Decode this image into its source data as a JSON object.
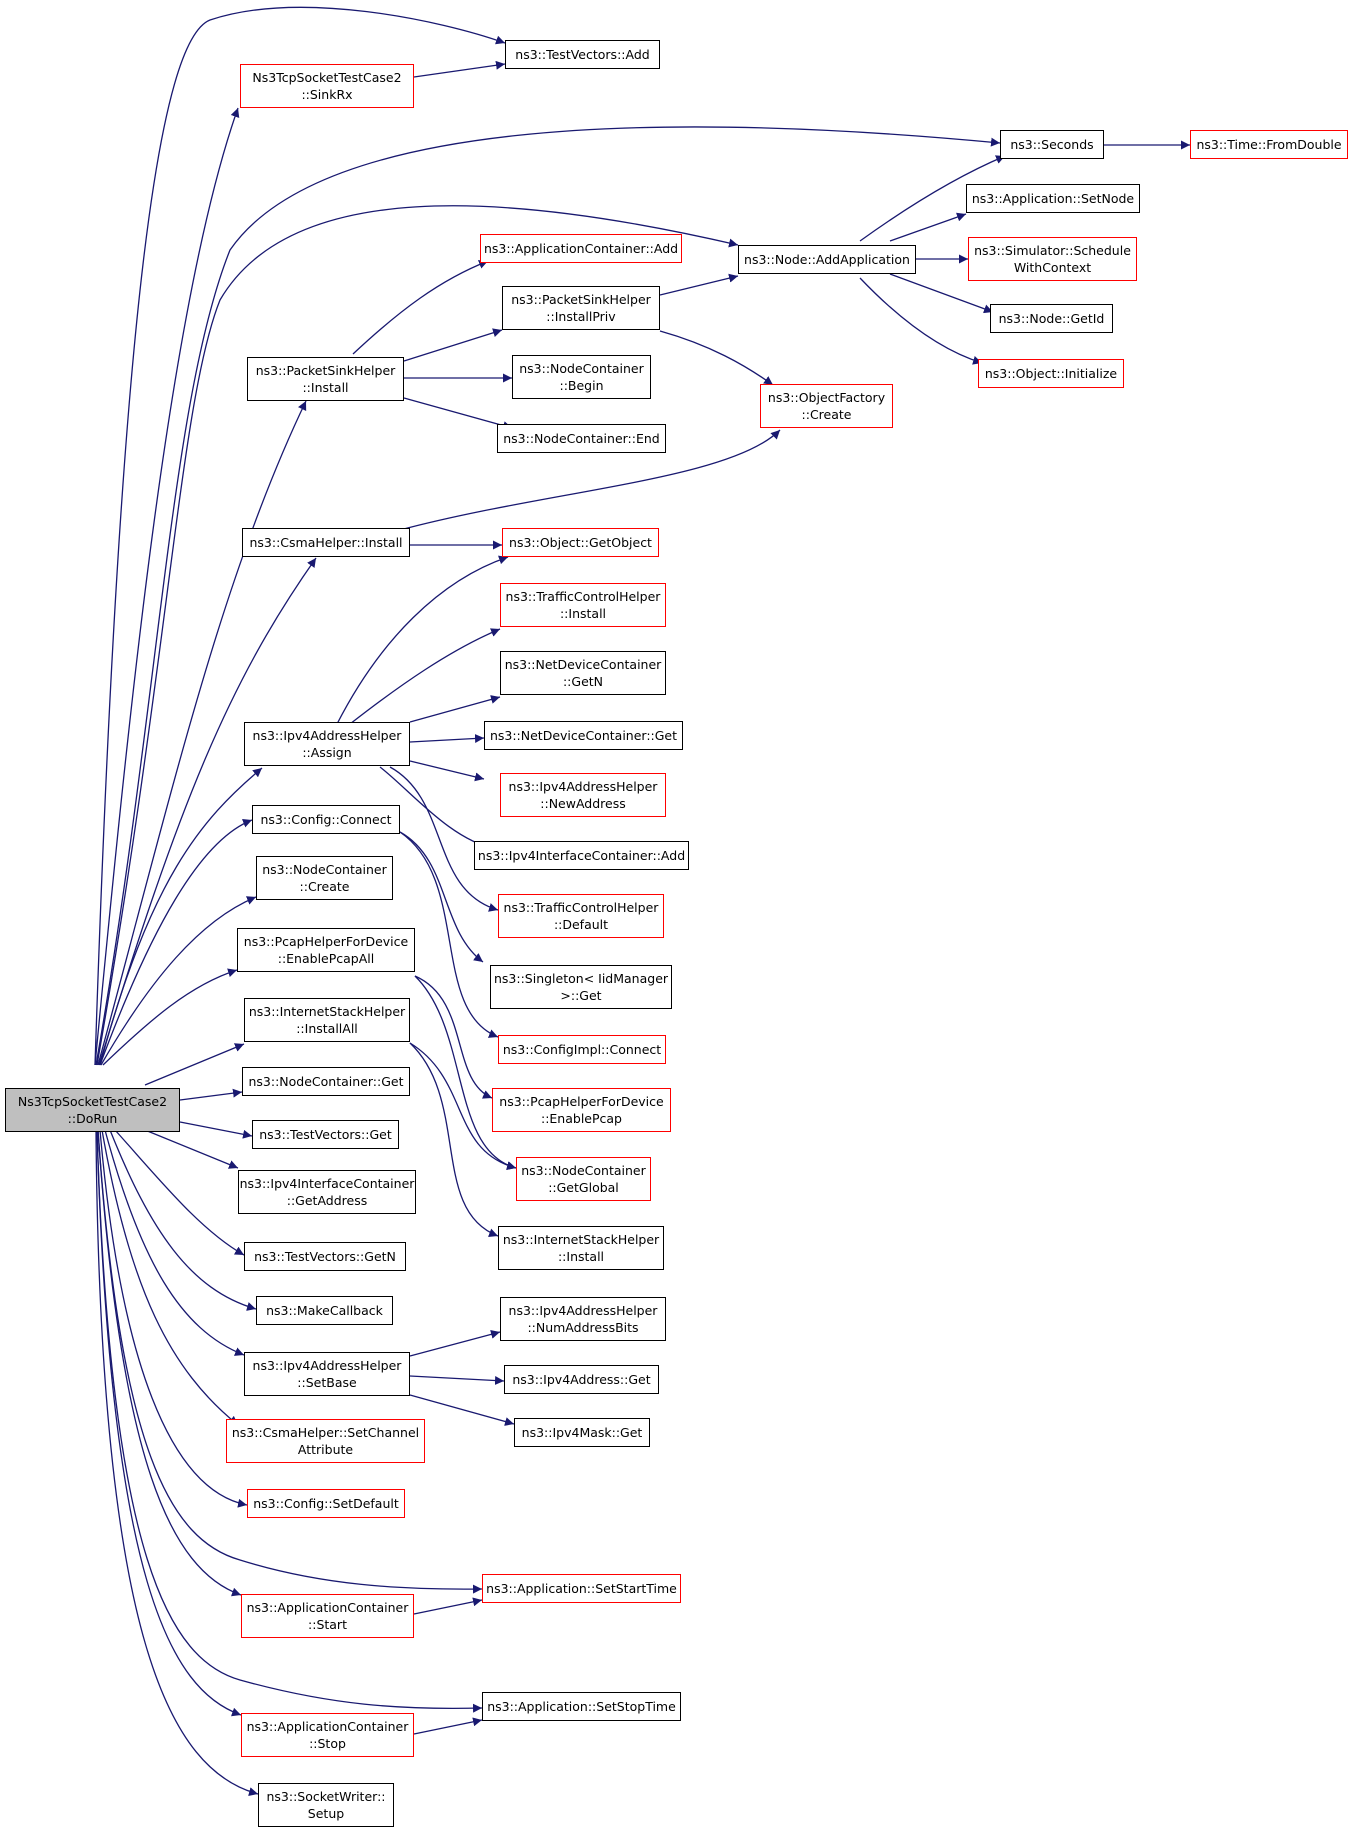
{
  "colors": {
    "edge": "#191970",
    "box_border": "#000000",
    "truncated_border": "#ff0000",
    "root_fill": "#bfbfbf"
  },
  "nodes": {
    "root": {
      "l1": "Ns3TcpSocketTestCase2",
      "l2": "::DoRun"
    },
    "sinkrx": {
      "l1": "Ns3TcpSocketTestCase2",
      "l2": "::SinkRx"
    },
    "tv_add": {
      "l1": "ns3::TestVectors::Add"
    },
    "seconds": {
      "l1": "ns3::Seconds"
    },
    "fromdouble": {
      "l1": "ns3::Time::FromDouble"
    },
    "setnode": {
      "l1": "ns3::Application::SetNode"
    },
    "schedule": {
      "l1": "ns3::Simulator::Schedule",
      "l2": "WithContext"
    },
    "appcont_add": {
      "l1": "ns3::ApplicationContainer::Add"
    },
    "addapp": {
      "l1": "ns3::Node::AddApplication"
    },
    "installpriv": {
      "l1": "ns3::PacketSinkHelper",
      "l2": "::InstallPriv"
    },
    "getid": {
      "l1": "ns3::Node::GetId"
    },
    "initialize": {
      "l1": "ns3::Object::Initialize"
    },
    "psh_install": {
      "l1": "ns3::PacketSinkHelper",
      "l2": "::Install"
    },
    "nc_begin": {
      "l1": "ns3::NodeContainer",
      "l2": "::Begin"
    },
    "of_create": {
      "l1": "ns3::ObjectFactory",
      "l2": "::Create"
    },
    "nc_end": {
      "l1": "ns3::NodeContainer::End"
    },
    "csma_install": {
      "l1": "ns3::CsmaHelper::Install"
    },
    "getobject": {
      "l1": "ns3::Object::GetObject"
    },
    "tch_install": {
      "l1": "ns3::TrafficControlHelper",
      "l2": "::Install"
    },
    "ndc_getn": {
      "l1": "ns3::NetDeviceContainer",
      "l2": "::GetN"
    },
    "assign": {
      "l1": "ns3::Ipv4AddressHelper",
      "l2": "::Assign"
    },
    "ndc_get": {
      "l1": "ns3::NetDeviceContainer::Get"
    },
    "newaddress": {
      "l1": "ns3::Ipv4AddressHelper",
      "l2": "::NewAddress"
    },
    "cfg_connect": {
      "l1": "ns3::Config::Connect"
    },
    "iic_add": {
      "l1": "ns3::Ipv4InterfaceContainer::Add"
    },
    "nc_create": {
      "l1": "ns3::NodeContainer",
      "l2": "::Create"
    },
    "tch_default": {
      "l1": "ns3::TrafficControlHelper",
      "l2": "::Default"
    },
    "phfd_enableall": {
      "l1": "ns3::PcapHelperForDevice",
      "l2": "::EnablePcapAll"
    },
    "singleton_get": {
      "l1": "ns3::Singleton< IidManager",
      "l2": ">::Get"
    },
    "ish_installall": {
      "l1": "ns3::InternetStackHelper",
      "l2": "::InstallAll"
    },
    "cfgimpl_connect": {
      "l1": "ns3::ConfigImpl::Connect"
    },
    "nc_get": {
      "l1": "ns3::NodeContainer::Get"
    },
    "phfd_enable": {
      "l1": "ns3::PcapHelperForDevice",
      "l2": "::EnablePcap"
    },
    "tv_get": {
      "l1": "ns3::TestVectors::Get"
    },
    "nc_getglobal": {
      "l1": "ns3::NodeContainer",
      "l2": "::GetGlobal"
    },
    "iic_getaddress": {
      "l1": "ns3::Ipv4InterfaceContainer",
      "l2": "::GetAddress"
    },
    "ish_install": {
      "l1": "ns3::InternetStackHelper",
      "l2": "::Install"
    },
    "tv_getn": {
      "l1": "ns3::TestVectors::GetN"
    },
    "makecallback": {
      "l1": "ns3::MakeCallback"
    },
    "numaddrbits": {
      "l1": "ns3::Ipv4AddressHelper",
      "l2": "::NumAddressBits"
    },
    "setbase": {
      "l1": "ns3::Ipv4AddressHelper",
      "l2": "::SetBase"
    },
    "ipv4addr_get": {
      "l1": "ns3::Ipv4Address::Get"
    },
    "ipv4mask_get": {
      "l1": "ns3::Ipv4Mask::Get"
    },
    "csma_setchannel": {
      "l1": "ns3::CsmaHelper::SetChannel",
      "l2": "Attribute"
    },
    "cfg_setdefault": {
      "l1": "ns3::Config::SetDefault"
    },
    "setstarttime": {
      "l1": "ns3::Application::SetStartTime"
    },
    "ac_start": {
      "l1": "ns3::ApplicationContainer",
      "l2": "::Start"
    },
    "setstoptime": {
      "l1": "ns3::Application::SetStopTime"
    },
    "ac_stop": {
      "l1": "ns3::ApplicationContainer",
      "l2": "::Stop"
    },
    "sw_setup": {
      "l1": "ns3::SocketWriter::",
      "l2": "Setup"
    }
  }
}
